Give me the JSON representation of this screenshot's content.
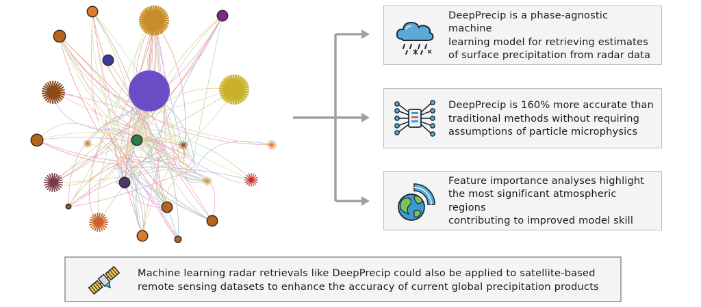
{
  "panels": [
    {
      "icon": "cloud-rain-snow-icon",
      "lines": [
        "DeepPrecip is a phase-agnostic machine",
        "learning model for retrieving estimates",
        "of surface precipitation from radar data"
      ]
    },
    {
      "icon": "neural-network-icon",
      "lines": [
        "DeepPrecip is 160% more accurate than",
        "traditional methods without requiring",
        "assumptions of particle microphysics"
      ]
    },
    {
      "icon": "globe-radar-icon",
      "lines": [
        "Feature importance analyses highlight",
        "the most significant atmospheric regions",
        "contributing to improved model skill"
      ]
    }
  ],
  "footer": {
    "icon": "satellite-icon",
    "lines": [
      "Machine learning radar retrievals like DeepPrecip could also be applied to satellite-based",
      "remote sensing datasets to enhance the accuracy of current global precipitation products"
    ]
  },
  "colors": {
    "box_bg": "#f4f4f4",
    "box_border": "#bdbdbd",
    "arrow": "#a0a0a0",
    "cloud": "#5aa9d6",
    "globe_land": "#7cc25a",
    "globe_sea": "#3d9ad1"
  }
}
